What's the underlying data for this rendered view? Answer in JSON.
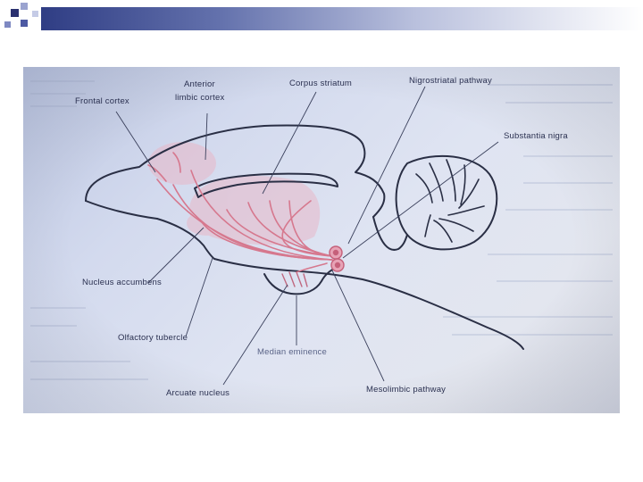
{
  "slide": {
    "accent_colors": {
      "dark": "#2f3d84",
      "light": "#b9c0dd"
    },
    "logo": "square-bullets-logo"
  },
  "diagram": {
    "line_color": "#2a2f45",
    "pathway_color": "#d6788e",
    "region_fill": "#e8b8c8",
    "labels": {
      "frontal_cortex": "Frontal cortex",
      "anterior_limbic_cortex_1": "Anterior",
      "anterior_limbic_cortex_2": "limbic cortex",
      "corpus_striatum": "Corpus striatum",
      "nigrostriatal_pathway": "Nigrostriatal pathway",
      "substantia_nigra": "Substantia nigra",
      "nucleus_accumbens": "Nucleus accumbens",
      "olfactory_tubercle": "Olfactory tubercle",
      "median_eminence": "Median eminence",
      "arcuate_nucleus": "Arcuate nucleus",
      "mesolimbic_pathway": "Mesolimbic pathway"
    }
  }
}
